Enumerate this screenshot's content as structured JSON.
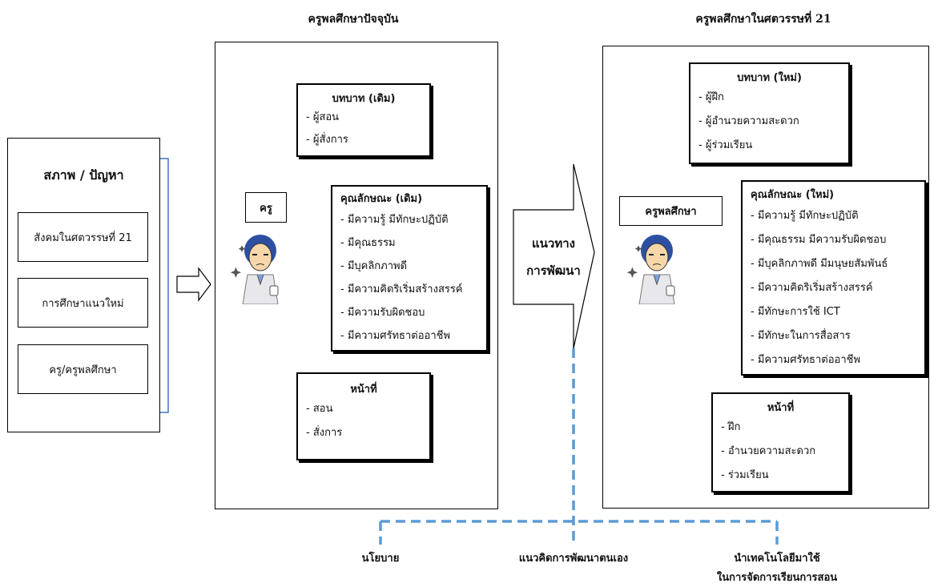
{
  "left_panel": {
    "title": "สภาพ / ปัญหา",
    "items": [
      "สังคมในศตวรรษที่ 21",
      "การศึกษาแนวใหม่",
      "ครู/ครูพลศึกษา"
    ]
  },
  "current": {
    "header": "ครูพลศึกษาปัจจุบัน",
    "role_title": "บทบาท (เดิม)",
    "roles": [
      "- ผู้สอน",
      "- ผู้สั่งการ"
    ],
    "teacher_label": "ครู",
    "traits_title": "คุณลักษณะ (เดิม)",
    "traits": [
      "- มีความรู้ มีทักษะปฏิบัติ",
      "- มีคุณธรรม",
      "- มีบุคลิกภาพดี",
      "- มีความคิดริเริ่มสร้างสรรค์",
      "- มีความรับผิดชอบ",
      "- มีความศรัทธาต่ออาชีพ"
    ],
    "duty_title": "หน้าที่",
    "duties": [
      "- สอน",
      "- สั่งการ"
    ]
  },
  "center_arrow": {
    "line1": "แนวทาง",
    "line2": "การพัฒนา"
  },
  "future": {
    "header": "ครูพลศึกษาในศตวรรษที่ 21",
    "role_title": "บทบาท (ใหม่)",
    "roles": [
      "- ผู้ฝึก",
      "- ผู้อำนวยความสะดวก",
      "- ผู้ร่วมเรียน"
    ],
    "teacher_label": "ครูพลศึกษา",
    "traits_title": "คุณลักษณะ (ใหม่)",
    "traits": [
      "- มีความรู้ มีทักษะปฏิบัติ",
      "- มีคุณธรรม มีความรับผิดชอบ",
      "- มีบุคลิกภาพดี มีมนุษยสัมพันธ์",
      "- มีความคิดริเริ่มสร้างสรรค์",
      "- มีทักษะการใช้ ICT",
      "- มีทักษะในการสื่อสาร",
      "- มีความศรัทธาต่ออาชีพ"
    ],
    "duty_title": "หน้าที่",
    "duties": [
      "- ฝึก",
      "- อำนวยความสะดวก",
      "- ร่วมเรียน"
    ]
  },
  "bottom": {
    "policy": "นโยบาย",
    "self_dev": "แนวคิดการพัฒนาตนเอง",
    "tech_line1": "นำเทคโนโลยีมาใช้",
    "tech_line2": "ในการจัดการเรียนการสอน"
  },
  "colors": {
    "dash_blue": "#5b9bd5",
    "bracket_blue": "#4472c4"
  }
}
